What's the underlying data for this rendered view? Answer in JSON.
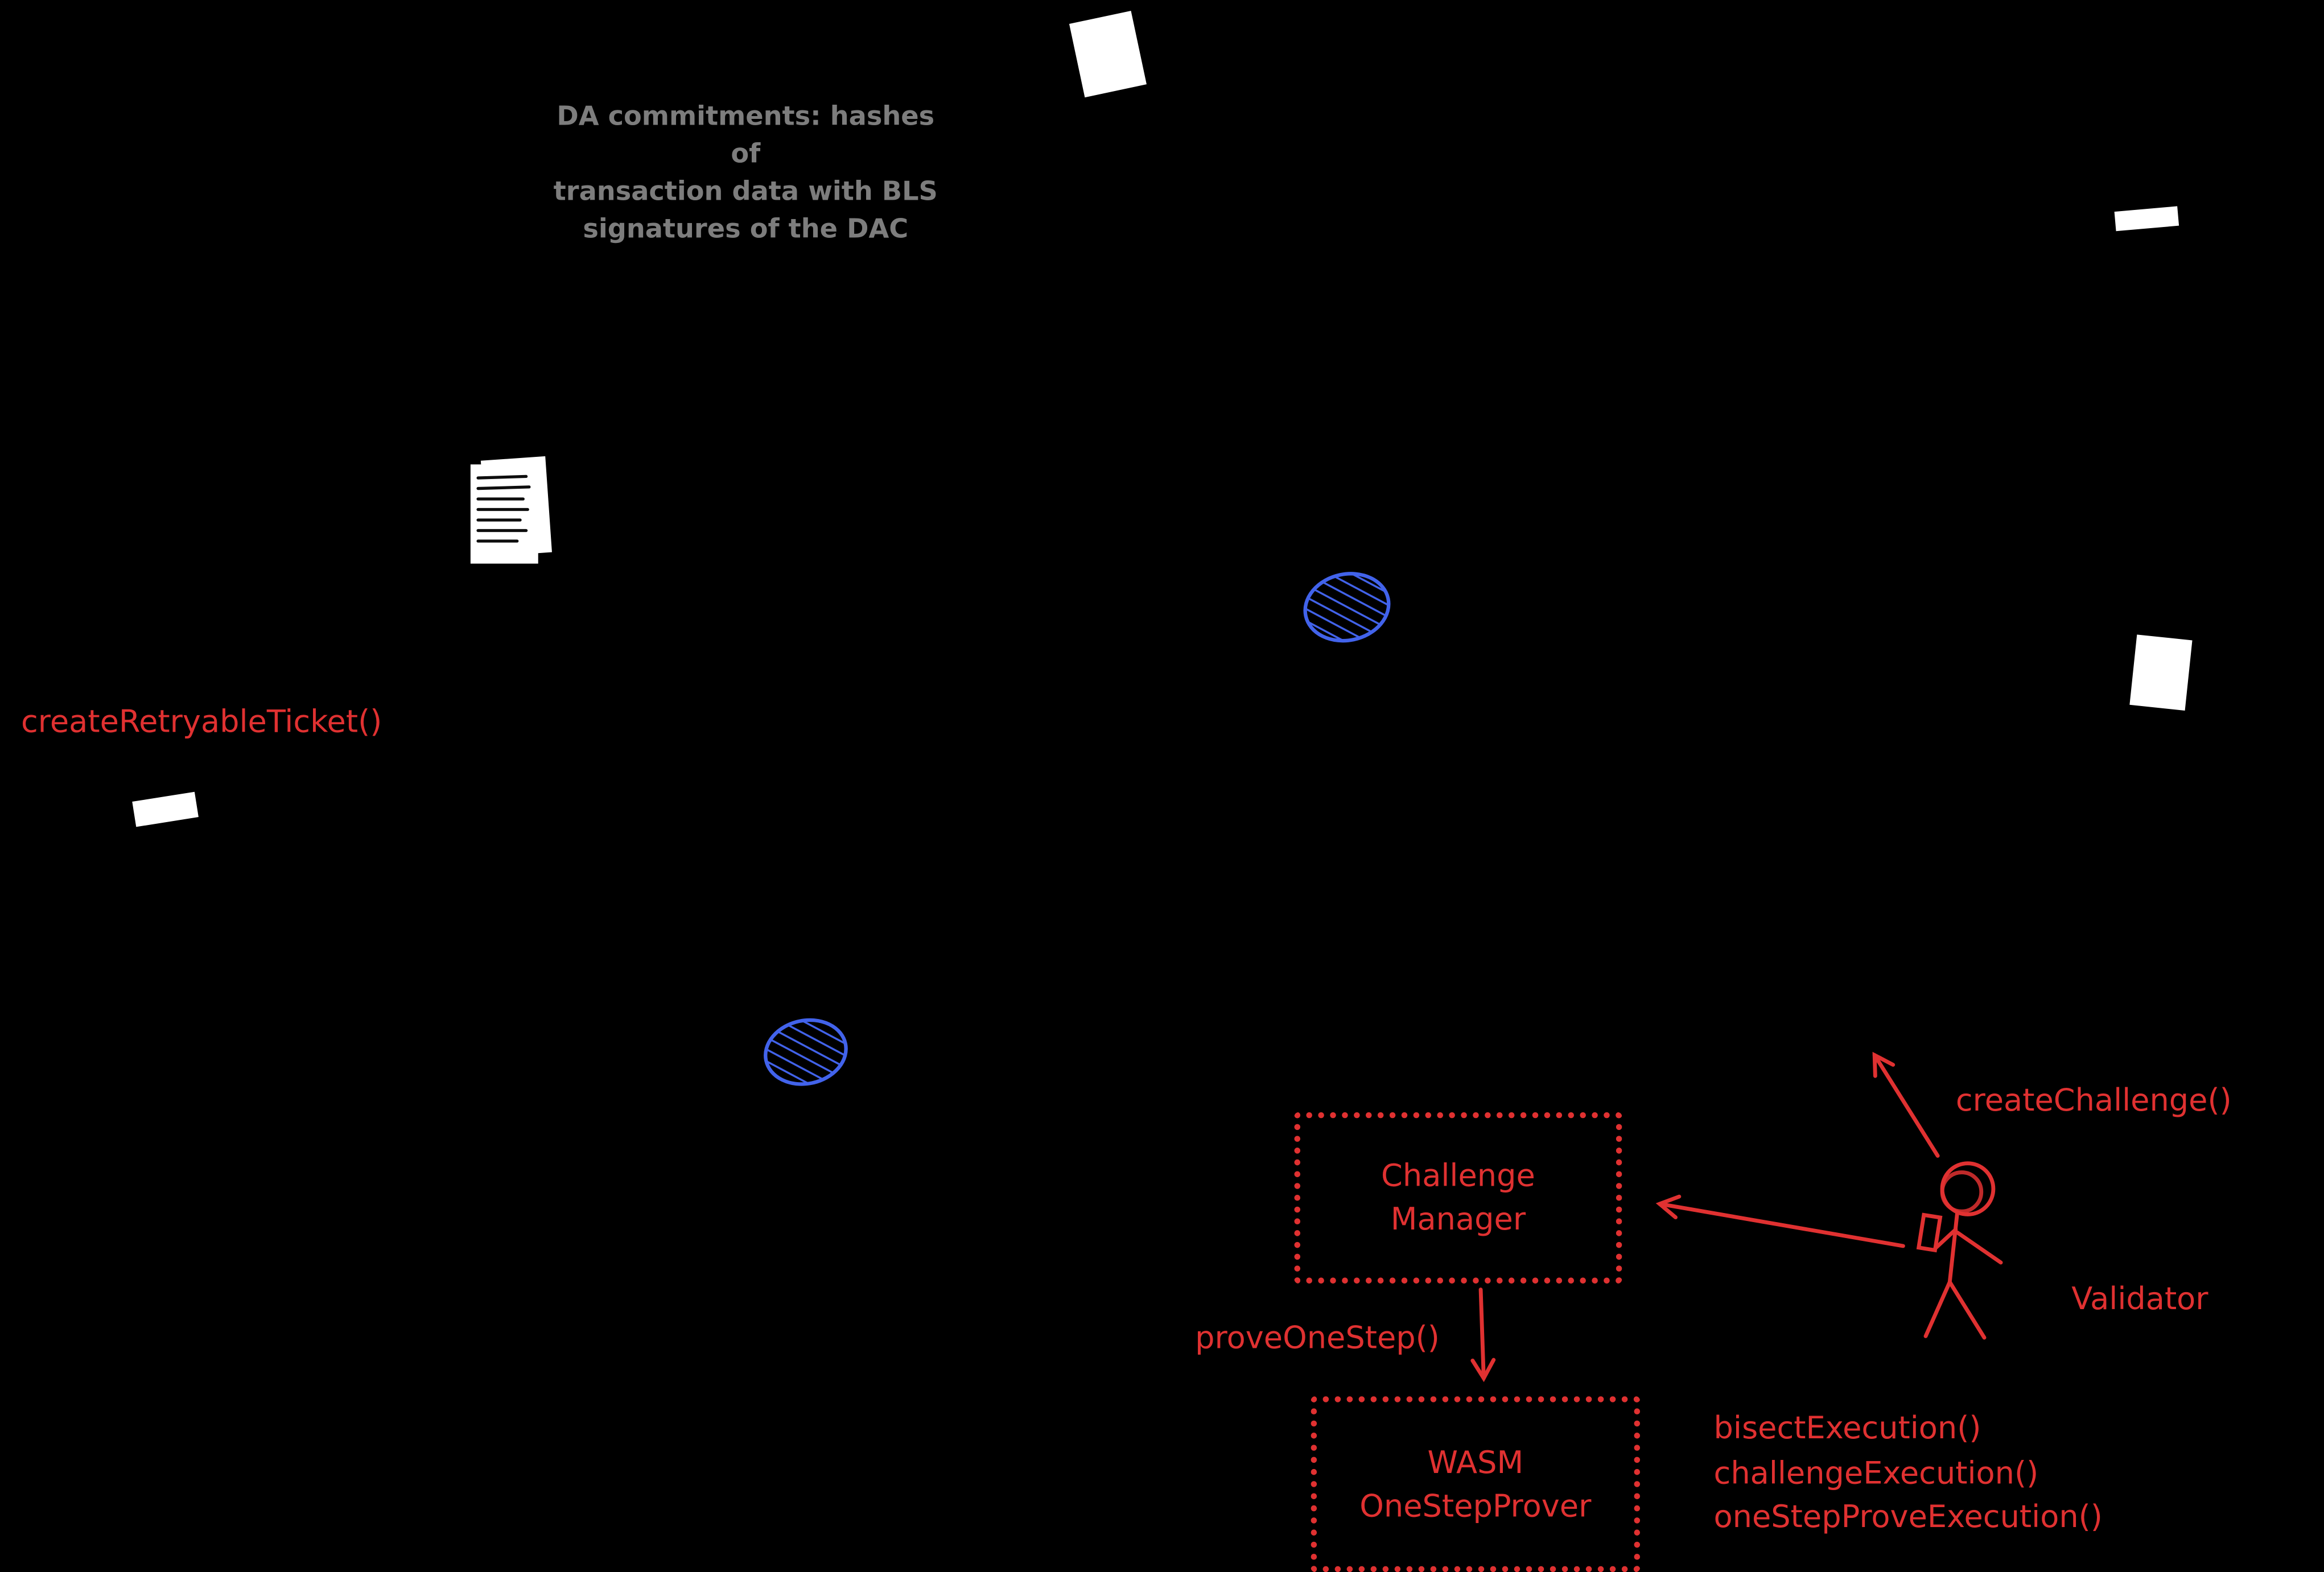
{
  "diagram": {
    "background": "#000000",
    "colors": {
      "accent_red": "#e03131",
      "accent_blue": "#4263eb",
      "note_gray": "#7d7d7d",
      "shape_white": "#ffffff"
    }
  },
  "note_da": {
    "line1": "DA commitments: hashes of",
    "line2": "transaction data with BLS",
    "line3": "signatures of the DAC"
  },
  "labels": {
    "create_retryable_ticket": "createRetryableTicket()",
    "create_challenge": "createChallenge()",
    "validator": "Validator",
    "prove_one_step": "proveOneStep()",
    "bisect_execution": "bisectExecution()",
    "challenge_execution": "challengeExecution()",
    "one_step_prove_execution": "oneStepProveExecution()"
  },
  "boxes": {
    "challenge_manager": {
      "line1": "Challenge",
      "line2": "Manager"
    },
    "wasm_prover": {
      "line1": "WASM",
      "line2": "OneStepProver"
    }
  },
  "icons": {
    "document": "document-icon",
    "token_top": "hatched-token-icon",
    "token_bottom": "hatched-token-icon",
    "validator_figure": "stick-figure-icon"
  }
}
